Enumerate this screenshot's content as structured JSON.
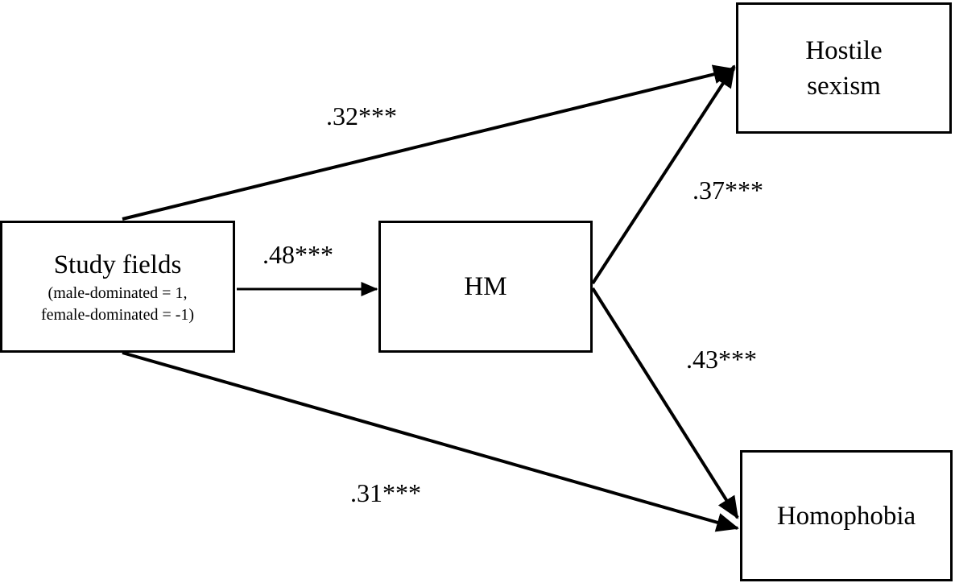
{
  "nodes": {
    "study_fields": {
      "label": "Study fields",
      "sub_line_1": "(male-dominated = 1,",
      "sub_line_2": "female-dominated = -1)"
    },
    "hm": {
      "label": "HM"
    },
    "hostile_sexism": {
      "line_1": "Hostile",
      "line_2": "sexism"
    },
    "homophobia": {
      "label": "Homophobia"
    }
  },
  "paths": {
    "study_to_hostile": ".32***",
    "study_to_hm": ".48***",
    "hm_to_hostile": ".37***",
    "hm_to_homophobia": ".43***",
    "study_to_homophobia": ".31***"
  },
  "colors": {
    "line": "#000000",
    "background": "#ffffff"
  }
}
